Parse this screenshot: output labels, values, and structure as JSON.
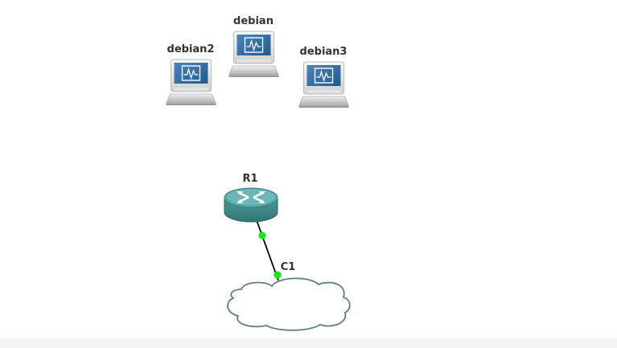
{
  "topology": {
    "nodes": [
      {
        "id": "debian",
        "label": "debian",
        "type": "vpcs",
        "icon": "computer-icon"
      },
      {
        "id": "debian2",
        "label": "debian2",
        "type": "vpcs",
        "icon": "computer-icon"
      },
      {
        "id": "debian3",
        "label": "debian3",
        "type": "vpcs",
        "icon": "computer-icon"
      },
      {
        "id": "r1",
        "label": "R1",
        "type": "router",
        "icon": "router-icon"
      },
      {
        "id": "c1",
        "label": "C1",
        "type": "cloud",
        "icon": "cloud-icon"
      }
    ],
    "links": [
      {
        "from": "R1",
        "to": "C1",
        "status": "up"
      }
    ],
    "colors": {
      "link": "#000000",
      "port_up": "#00ee00",
      "router_body": "#3d8a8a",
      "router_top": "#5aa8a8",
      "cloud_stroke": "#5f7f85",
      "screen": "#2e6fa3",
      "label": "#333333"
    }
  }
}
